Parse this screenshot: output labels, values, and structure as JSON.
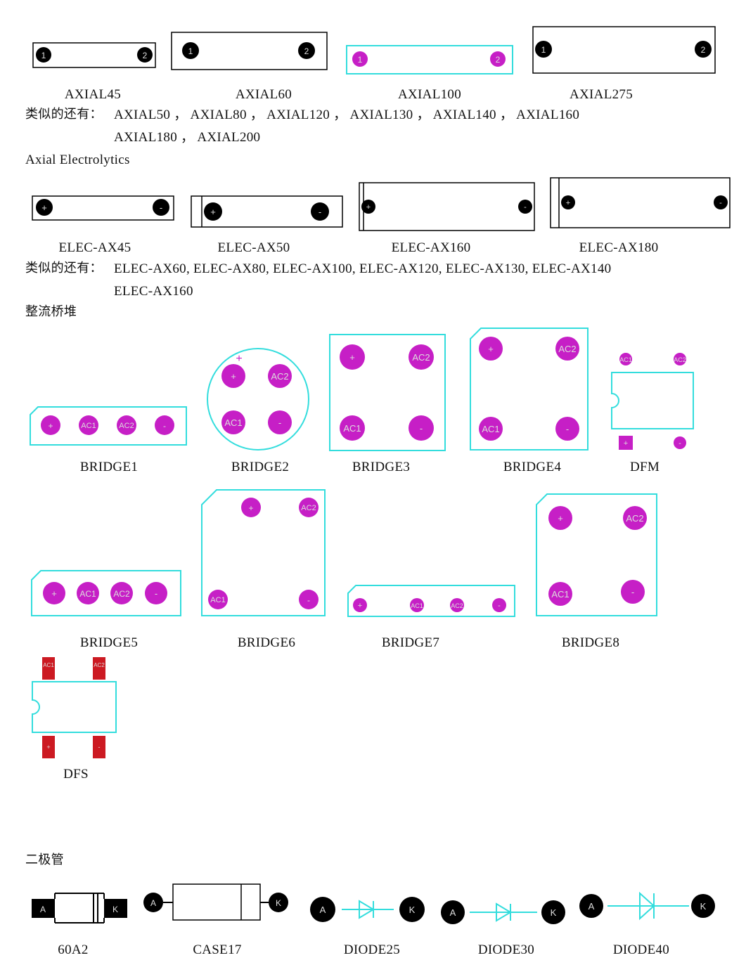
{
  "sections": {
    "axial_similar_prefix": "类似的还有：",
    "axial_similar_line1": "AXIAL50 ， AXIAL80 ， AXIAL120 ， AXIAL130 ， AXIAL140 ， AXIAL160",
    "axial_similar_line2": "AXIAL180 ， AXIAL200",
    "axial_elec_title": "Axial Electrolytics",
    "elec_similar_prefix": "类似的还有：",
    "elec_similar_line1": "ELEC-AX60, ELEC-AX80, ELEC-AX100, ELEC-AX120, ELEC-AX130, ELEC-AX140",
    "elec_similar_line2": "ELEC-AX160",
    "bridge_title": "整流桥堆",
    "diode_title": "二极管"
  },
  "captions": {
    "axial45": "AXIAL45",
    "axial60": "AXIAL60",
    "axial100": "AXIAL100",
    "axial275": "AXIAL275",
    "elec_ax45": "ELEC-AX45",
    "elec_ax50": "ELEC-AX50",
    "elec_ax160": "ELEC-AX160",
    "elec_ax180": "ELEC-AX180",
    "bridge1": "BRIDGE1",
    "bridge2": "BRIDGE2",
    "bridge3": "BRIDGE3",
    "bridge4": "BRIDGE4",
    "dfm": "DFM",
    "bridge5": "BRIDGE5",
    "bridge6": "BRIDGE6",
    "bridge7": "BRIDGE7",
    "bridge8": "BRIDGE8",
    "dfs": "DFS",
    "d60a2": "60A2",
    "case17": "CASE17",
    "diode25": "DIODE25",
    "diode30": "DIODE30",
    "diode40": "DIODE40"
  },
  "pads": {
    "p1": "1",
    "p2": "2",
    "plus": "+",
    "minus": "-",
    "ac1": "AC1",
    "ac2": "AC2",
    "anode": "A",
    "cathode": "K"
  },
  "colors": {
    "outline_black": "#000000",
    "outline_cyan": "#33dddd",
    "pad_black": "#000000",
    "pad_magenta": "#c61fc6",
    "pad_red": "#cc1a22",
    "pad_label": "#d6d6d6"
  }
}
